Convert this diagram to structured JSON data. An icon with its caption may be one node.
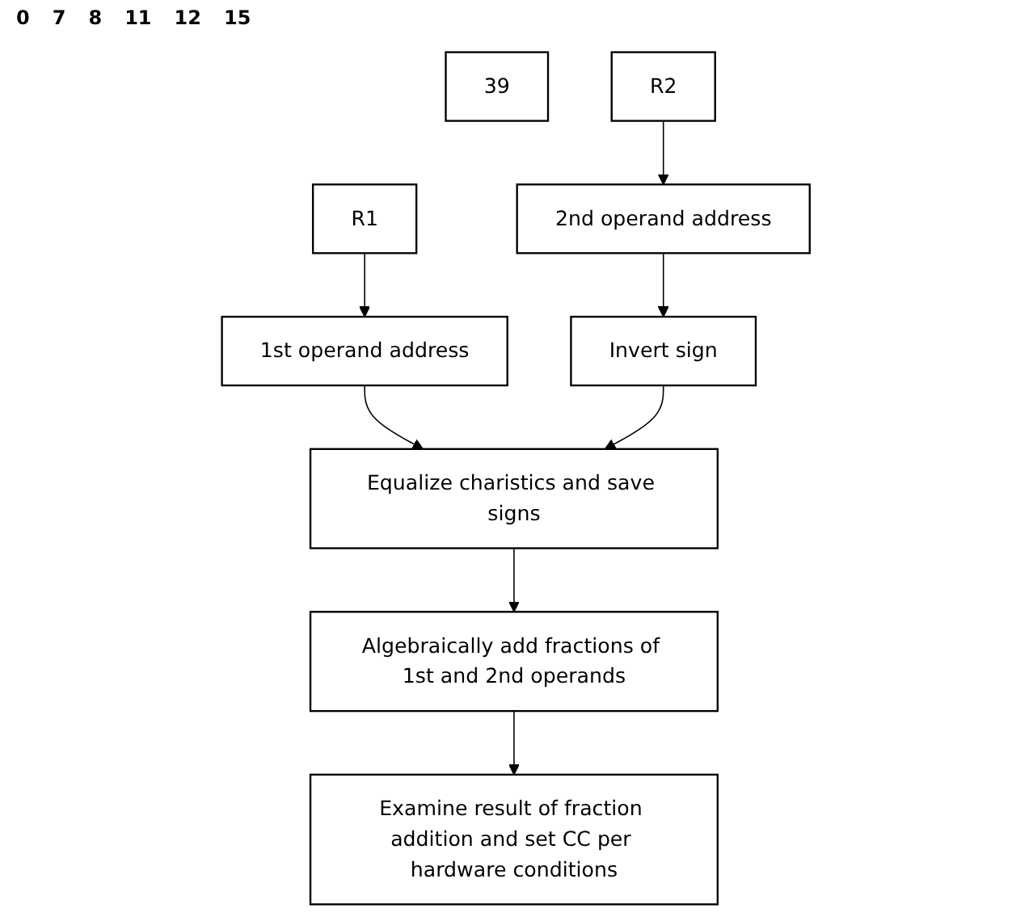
{
  "diagram": {
    "nodes": [
      {
        "text": [
          "39"
        ]
      },
      {
        "text": [
          "R1"
        ]
      },
      {
        "text": [
          "R2"
        ]
      },
      {
        "text": [
          "1st operand address"
        ]
      },
      {
        "text": [
          "2nd operand address"
        ]
      },
      {
        "text": [
          "Invert sign"
        ]
      },
      {
        "text": [
          "Equalize charistics and save signs"
        ]
      },
      {
        "text": [
          "Algebraically add fractions of 1st and 2nd operands"
        ]
      },
      {
        "text": [
          "Examine result of fraction addition and set CC per hardware conditions"
        ]
      }
    ],
    "edges": [
      {
        "from": 1,
        "to": 3,
        "arrow": "to"
      },
      {
        "from": 2,
        "to": 4,
        "arrow": "to"
      },
      {
        "from": 4,
        "to": 5,
        "arrow": "to"
      },
      {
        "from": 3,
        "to": 6,
        "arrow": "to"
      },
      {
        "from": 5,
        "to": 6,
        "arrow": "to"
      },
      {
        "from": 6,
        "to": 7,
        "arrow": "to"
      },
      {
        "from": 7,
        "to": 8,
        "arrow": "to"
      }
    ],
    "labels": [
      "0",
      "7",
      "8",
      "11",
      "12",
      "15"
    ]
  }
}
